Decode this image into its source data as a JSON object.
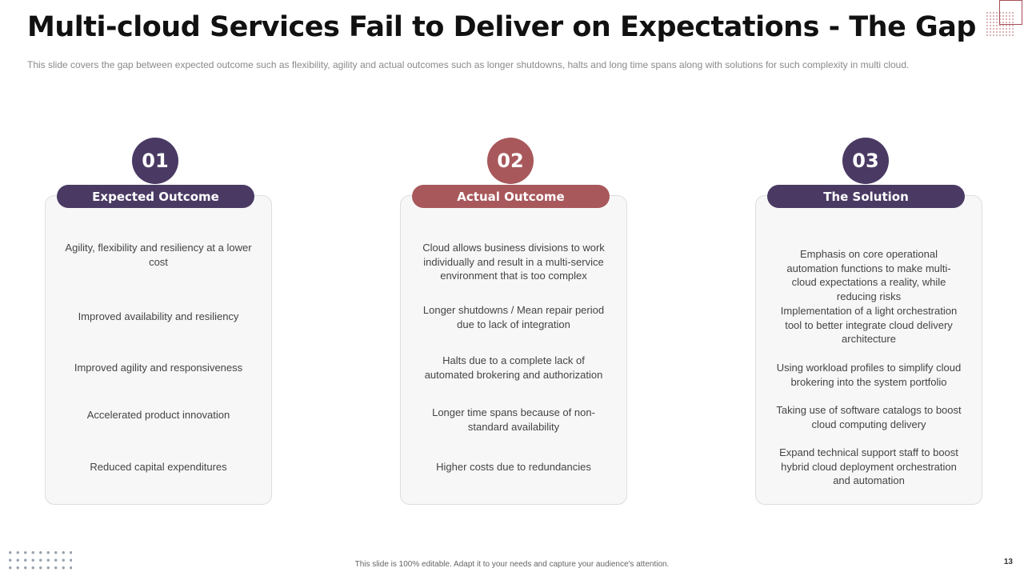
{
  "slide": {
    "title": "Multi-cloud Services Fail to Deliver on Expectations - The Gap",
    "subtitle": "This slide covers the gap between expected outcome such as flexibility, agility and actual outcomes such as longer shutdowns, halts and long time spans along with solutions for such complexity in multi cloud.",
    "footer": "This slide is 100% editable. Adapt it to your needs and capture your audience's attention.",
    "page_number": "13"
  },
  "colors": {
    "purple": "#4a3a63",
    "rose": "#a8585b",
    "accent_border": "#a74d55"
  },
  "columns": [
    {
      "number": "01",
      "heading": "Expected Outcome",
      "items": [
        "Agility, flexibility and resiliency at a lower cost",
        "Improved availability and resiliency",
        "Improved agility and responsiveness",
        "Accelerated product innovation",
        "Reduced capital expenditures"
      ]
    },
    {
      "number": "02",
      "heading": "Actual Outcome",
      "items": [
        "Cloud allows business divisions to work individually and result in a multi-service environment that is too complex",
        "Longer shutdowns / Mean repair period due to lack of integration",
        "Halts due to a complete lack of automated brokering and authorization",
        "Longer time spans because of non-standard availability",
        "Higher costs due to redundancies"
      ]
    },
    {
      "number": "03",
      "heading": "The Solution",
      "items": [
        "Emphasis on core operational automation functions to make multi-cloud expectations a reality, while reducing risks",
        "Implementation of a light orchestration tool to better integrate cloud delivery architecture",
        "Using workload profiles to simplify cloud brokering into the system portfolio",
        "Taking use of software catalogs to boost cloud computing delivery",
        "Expand technical support staff to boost hybrid cloud deployment orchestration and automation"
      ]
    }
  ]
}
